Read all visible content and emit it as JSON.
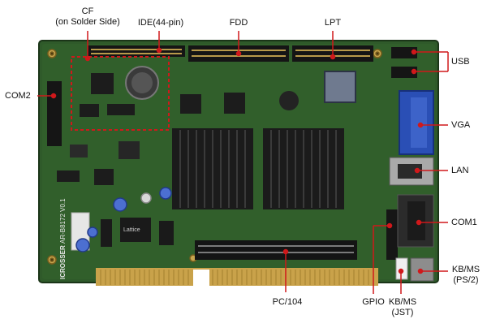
{
  "labels": {
    "cf": "CF",
    "cf_sub": "(on Solder Side)",
    "ide": "IDE(44-pin)",
    "fdd": "FDD",
    "lpt": "LPT",
    "usb": "USB",
    "com2": "COM2",
    "vga": "VGA",
    "lan": "LAN",
    "com1": "COM1",
    "kbms_ps2": "KB/MS",
    "kbms_ps2_sub": "(PS/2)",
    "pc104": "PC/104",
    "gpio": "GPIO",
    "kbms_jst": "KB/MS",
    "kbms_jst_sub": "(JST)"
  },
  "board": {
    "silkscreen_brand": "ICROSSER",
    "silkscreen_model": "AR-B8172 V0.1",
    "chip_marking": "Lattice"
  },
  "colors": {
    "pcb": "#2f5a2a",
    "pcb_dark": "#22431f",
    "annotation": "#d0181b",
    "heatsink": "#1b1b1b",
    "edge_gold": "#c9a24a",
    "vga_blue": "#2a4fb5"
  }
}
